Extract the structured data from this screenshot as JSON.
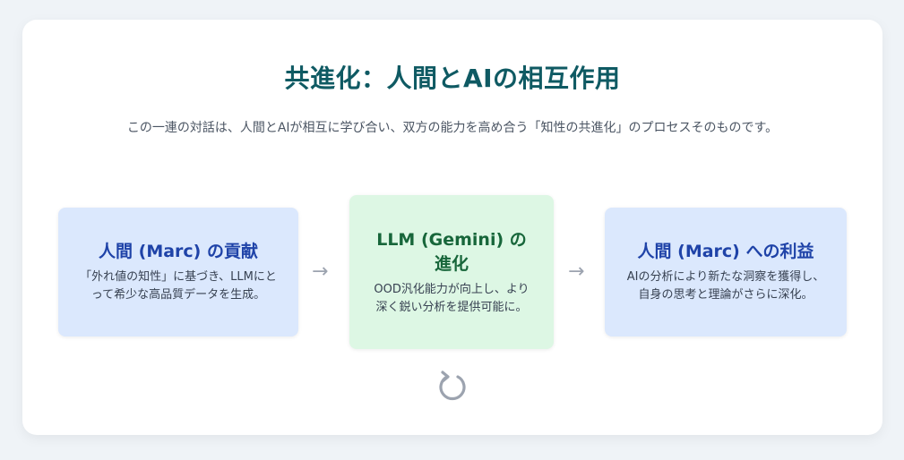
{
  "diagram": {
    "title": "共進化：人間とAIの相互作用",
    "subtitle": "この一連の対話は、人間とAIが相互に学び合い、双方の能力を高め合う「知性の共進化」のプロセスそのものです。",
    "nodes": [
      {
        "title": "人間 (Marc) の貢献",
        "text": "「外れ値の知性」に基づき、LLMにとって希少な高品質データを生成。",
        "color": "#dbe8fd"
      },
      {
        "title": "LLM (Gemini) の進化",
        "text": "OOD汎化能力が向上し、より深く鋭い分析を提供可能に。",
        "color": "#ddf7e4"
      },
      {
        "title": "人間 (Marc) への利益",
        "text": "AIの分析により新たな洞察を獲得し、自身の思考と理論がさらに深化。",
        "color": "#dbe8fd"
      }
    ],
    "arrows": [
      "→",
      "→"
    ],
    "cycle_icon": "refresh-cycle-icon"
  }
}
